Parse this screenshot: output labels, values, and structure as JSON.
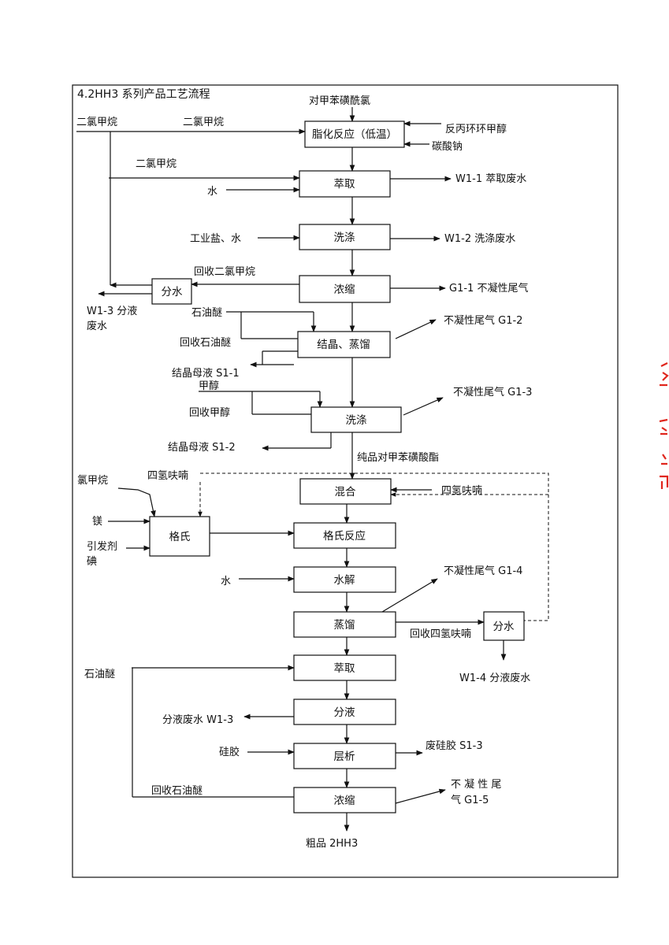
{
  "title": "4.2HH3 系列产品工艺流程",
  "nodes": {
    "esterify": "脂化反应（低温）",
    "extract1": "萃取",
    "wash1": "洗涤",
    "concentrate1": "浓缩",
    "separate1": "分水",
    "crystallize": "结晶、蒸馏",
    "wash2": "洗涤",
    "mix": "混合",
    "grignard_prep": "格氏",
    "grignard_rxn": "格氏反应",
    "hydrolysis": "水解",
    "distill": "蒸馏",
    "separate2": "分水",
    "extract2": "萃取",
    "liquid_sep": "分液",
    "chromatography": "层析",
    "concentrate2": "浓缩"
  },
  "labels": {
    "tosyl_chloride": "对甲苯磺酰氯",
    "dcm_left": "二氯甲烷",
    "dcm_top": "二氯甲烷",
    "cyclopropyl_methanol": "反丙环环甲醇",
    "sodium_carbonate": "碳酸钠",
    "dcm_extract": "二氯甲烷",
    "water1": "水",
    "w1_1": "W1-1 萃取废水",
    "salt_water": "工业盐、水",
    "w1_2": "W1-2 洗涤废水",
    "recover_dcm": "回收二氯甲烷",
    "g1_1": "G1-1 不凝性尾气",
    "w1_3_line1": "W1-3 分液",
    "w1_3_line2": "废水",
    "petroleum_ether1": "石油醚",
    "recover_pe1": "回收石油醚",
    "g1_2": "不凝性尾气 G1-2",
    "s1_1": "结晶母液 S1-1",
    "methanol": "甲醇",
    "recover_methanol": "回收甲醇",
    "g1_3": "不凝性尾气 G1-3",
    "s1_2": "结晶母液 S1-2",
    "pure_ester": "纯品对甲苯磺酸酯",
    "chloromethane": "氯甲烷",
    "thf_left": "四氢呋喃",
    "thf_right": "四氢呋喃",
    "magnesium": "镁",
    "initiator": "引发剂",
    "iodine": "碘",
    "water2": "水",
    "g1_4": "不凝性尾气 G1-4",
    "recover_thf": "回收四氢呋喃",
    "w1_4": "W1-4 分液废水",
    "petroleum_ether2": "石油醚",
    "w1_3b": "分液废水 W1-3",
    "silica": "硅胶",
    "s1_3": "废硅胶 S1-3",
    "recover_pe2": "回收石油醚",
    "g1_5_line1": "不 凝 性 尾",
    "g1_5_line2": "气 G1-5",
    "crude": "粗品 2HH3"
  },
  "colors": {
    "stamp": "#e0261d"
  }
}
